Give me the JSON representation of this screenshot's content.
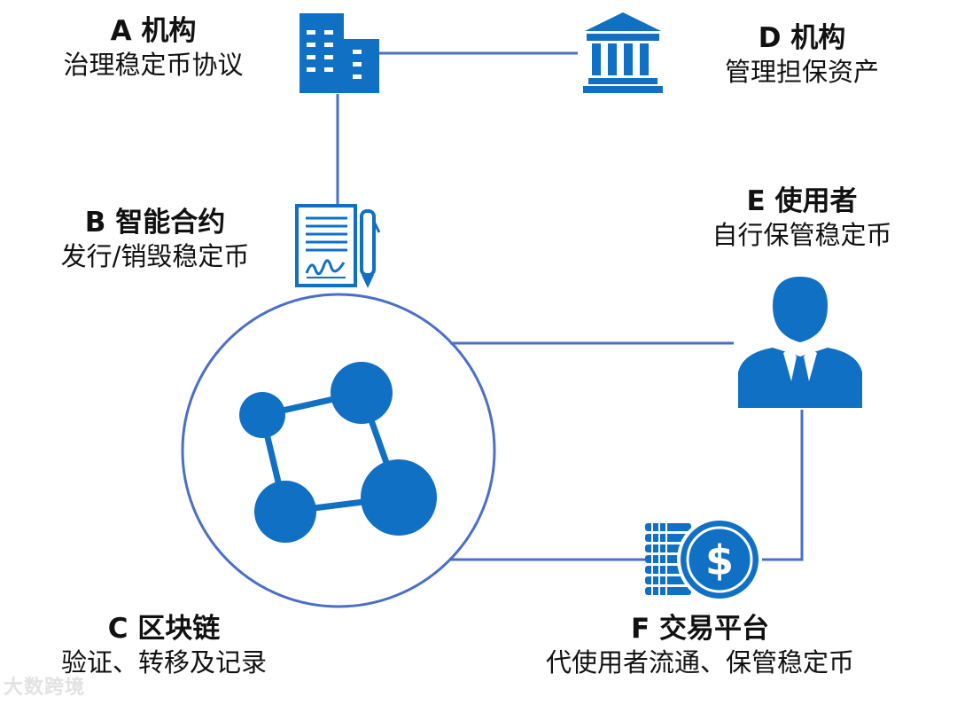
{
  "colors": {
    "line": "#4a6fc8",
    "icon": "#1070c4",
    "text": "#111111"
  },
  "nodes": {
    "a": {
      "title": "A 机构",
      "subtitle": "治理稳定币协议",
      "icon": "office-building-icon"
    },
    "b": {
      "title": "B 智能合约",
      "subtitle": "发行/销毁稳定币",
      "icon": "contract-document-icon"
    },
    "c": {
      "title": "C 区块链",
      "subtitle": "验证、转移及记录",
      "icon": "blockchain-network-icon"
    },
    "d": {
      "title": "D 机构",
      "subtitle": "管理担保资产",
      "icon": "bank-icon"
    },
    "e": {
      "title": "E 使用者",
      "subtitle": "自行保管稳定币",
      "icon": "user-icon"
    },
    "f": {
      "title": "F 交易平台",
      "subtitle": "代使用者流通、保管稳定币",
      "icon": "coins-dollar-icon"
    }
  },
  "watermark": "大数跨境"
}
